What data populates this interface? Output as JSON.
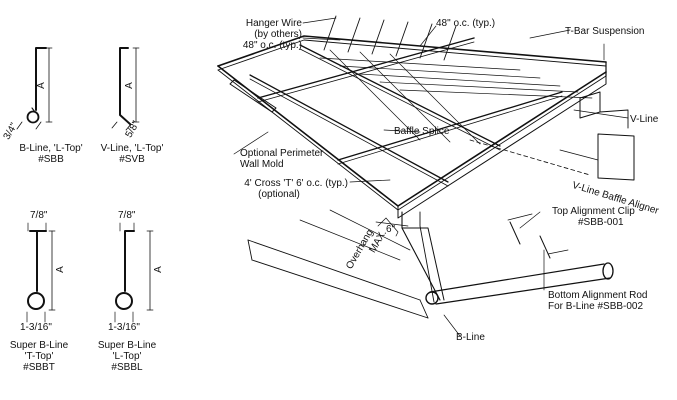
{
  "profiles": {
    "b_line": {
      "label_1": "B-Line, 'L-Top'",
      "label_2": "#SBB",
      "dim_a": "A",
      "dim_small": "3/4\""
    },
    "v_line": {
      "label_1": "V-Line, 'L-Top'",
      "label_2": "#SVB",
      "dim_a": "A",
      "dim_small": "5/8\""
    },
    "super_b_t": {
      "label_1": "Super B-Line",
      "label_2": "'T-Top'",
      "label_3": "#SBBT",
      "dim_top": "7/8\"",
      "dim_a": "A",
      "dim_bottom": "1-3/16\""
    },
    "super_b_l": {
      "label_1": "Super B-Line",
      "label_2": "'L-Top'",
      "label_3": "#SBBL",
      "dim_top": "7/8\"",
      "dim_a": "A",
      "dim_bottom": "1-3/16\""
    }
  },
  "callouts": {
    "hanger_wire_1": "Hanger Wire",
    "hanger_wire_2": "(by others)",
    "hanger_wire_3": "48\" o.c. (typ.)",
    "top_spacing": "48\" o.c. (typ.)",
    "t_bar": "T-Bar Suspension",
    "v_line": "V-Line",
    "optional_mold_1": "Optional Perimeter",
    "optional_mold_2": "Wall Mold",
    "baffle_splice": "Baffle Splice",
    "cross_t_1": "4' Cross 'T' 6' o.c. (typ.)",
    "cross_t_2": "(optional)",
    "v_line_aligner": "V-Line Baffle Aligner",
    "top_clip_1": "Top Alignment Clip",
    "top_clip_2": "#SBB-001",
    "overhang_dim": "6\"",
    "overhang_max": "MAX.",
    "overhang_word": "Overhang",
    "bottom_rod_1": "Bottom Alignment Rod",
    "bottom_rod_2": "For B-Line #SBB-002",
    "b_line": "B-Line"
  },
  "colors": {
    "ink": "#111111",
    "background": "#ffffff"
  }
}
